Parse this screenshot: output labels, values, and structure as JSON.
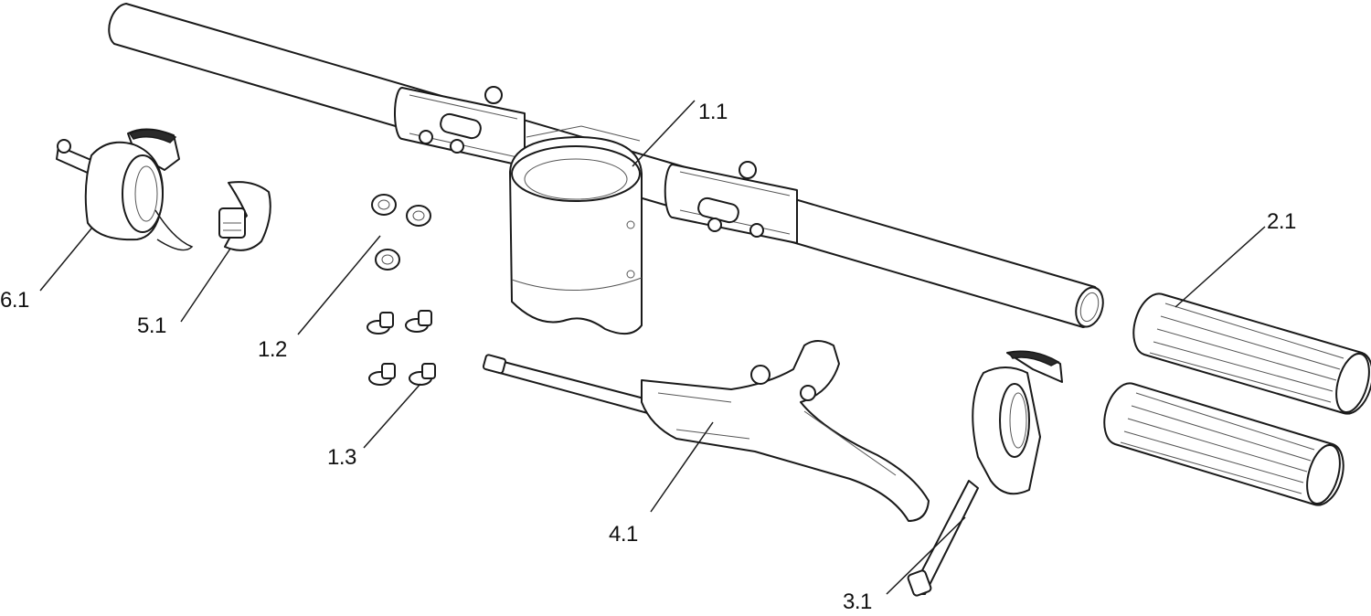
{
  "callouts": {
    "c_1_1": "1.1",
    "c_1_2": "1.2",
    "c_1_3": "1.3",
    "c_2_1": "2.1",
    "c_3_1": "3.1",
    "c_4_1": "4.1",
    "c_5_1": "5.1",
    "c_6_1": "6.1"
  },
  "colors": {
    "line": "#1a1a1a",
    "background": "#ffffff"
  }
}
